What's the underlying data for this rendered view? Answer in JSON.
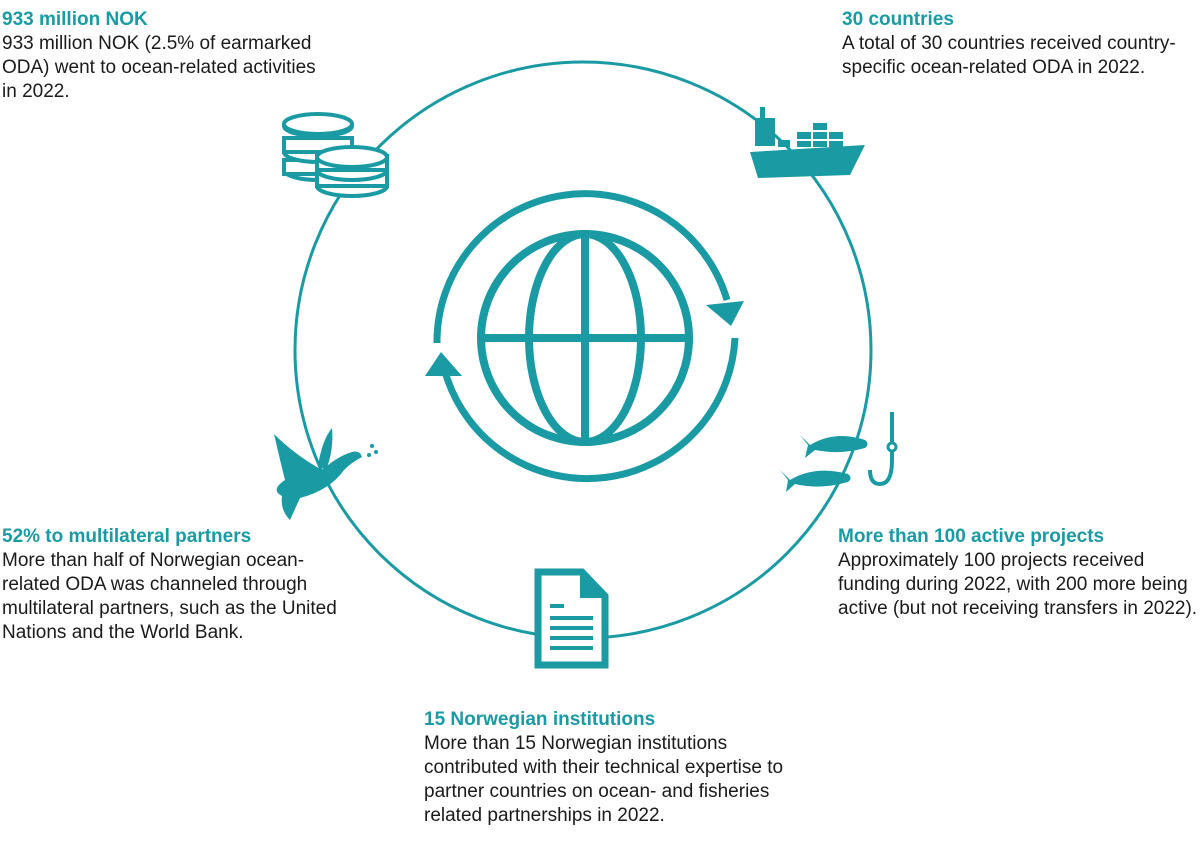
{
  "theme": {
    "accent": "#1a9aa3",
    "text": "#1a1a1a",
    "background": "#ffffff"
  },
  "center": {
    "icon": "globe-with-cycle-arrows-icon"
  },
  "items": [
    {
      "id": "funding",
      "icon": "coins-icon",
      "title": "933 million NOK",
      "body": "933 million NOK (2.5% of earmarked ODA) went to ocean-related activities in 2022."
    },
    {
      "id": "countries",
      "icon": "cargo-ship-icon",
      "title": "30 countries",
      "body": "A total of 30 countries received country-specific ocean-related ODA in 2022."
    },
    {
      "id": "projects",
      "icon": "fish-hook-icon",
      "title": "More than 100 active projects",
      "body": "Approximately 100 projects received funding during 2022, with 200 more being active (but not receiving transfers in 2022)."
    },
    {
      "id": "institutions",
      "icon": "document-icon",
      "title": "15 Norwegian institutions",
      "body": "More than 15 Norwegian institutions contributed with their technical expertise to partner countries on ocean- and fisheries related partnerships in 2022."
    },
    {
      "id": "multilateral",
      "icon": "dove-icon",
      "title": "52% to multilateral partners",
      "body": "More than half of Norwegian ocean-related ODA was channeled through multilateral partners, such as the United Nations and the World Bank."
    }
  ]
}
